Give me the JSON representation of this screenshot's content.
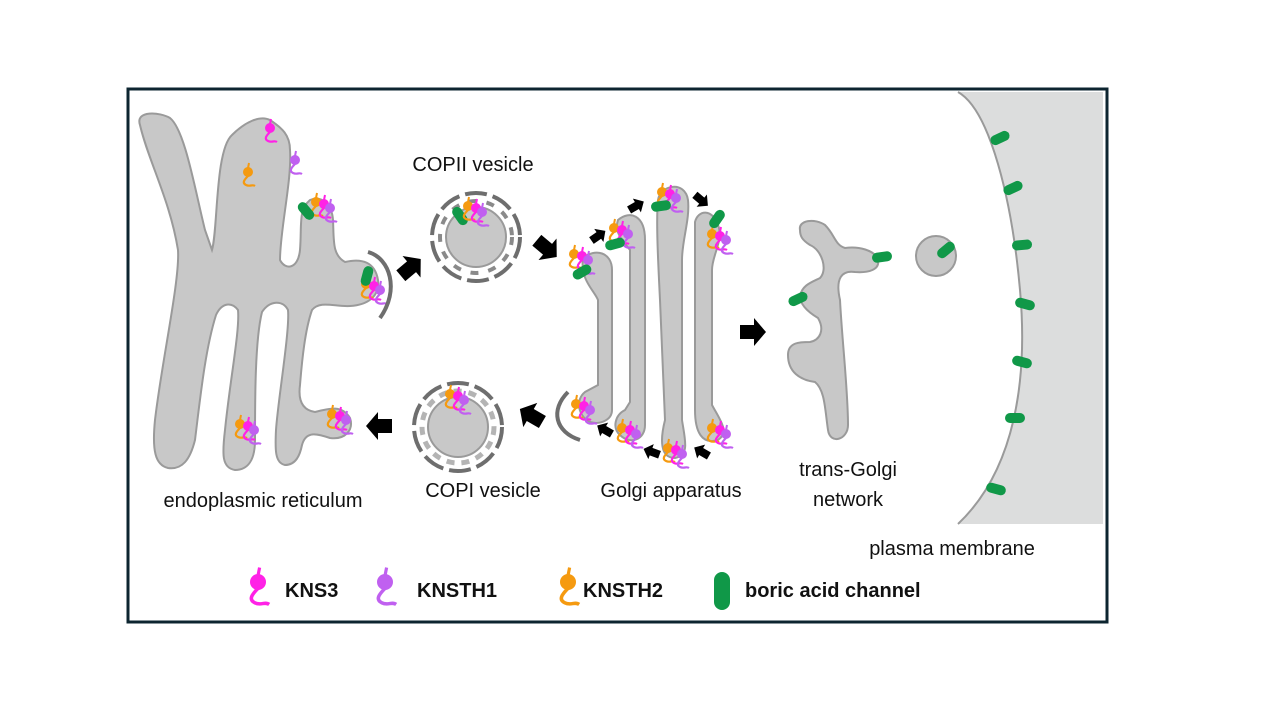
{
  "figure": {
    "labels": {
      "er": "endoplasmic reticulum",
      "copii": "COPII vesicle",
      "copi": "COPI vesicle",
      "golgi": "Golgi apparatus",
      "tgn_line1": "trans-Golgi",
      "tgn_line2": "network",
      "pm": "plasma membrane"
    },
    "legend": [
      {
        "name": "KNS3",
        "icon": "protein-icon",
        "color": "#ff22e6"
      },
      {
        "name": "KNSTH1",
        "icon": "protein-icon",
        "color": "#c060f0"
      },
      {
        "name": "KNSTH2",
        "icon": "protein-icon",
        "color": "#f59a10"
      },
      {
        "name": "boric acid channel",
        "icon": "channel-icon",
        "color": "#109848"
      }
    ],
    "colors": {
      "frame": "#0d2530",
      "organelle_fill": "#c8c8c8",
      "organelle_stroke": "#9a9a9a",
      "coat": "#6e6e6e",
      "cell_exterior": "#dcdddd",
      "arrow": "#000000"
    }
  }
}
